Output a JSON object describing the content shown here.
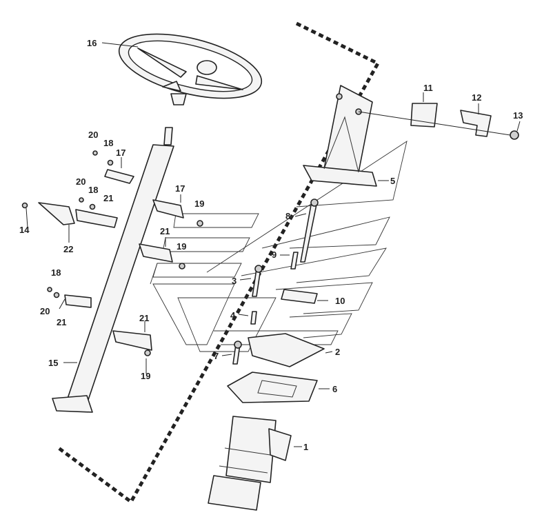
{
  "callouts": {
    "c1": "1",
    "c2": "2",
    "c3": "3",
    "c4": "4",
    "c5": "5",
    "c6": "6",
    "c7": "7",
    "c8": "8",
    "c9": "9",
    "c10": "10",
    "c11": "11",
    "c12": "12",
    "c13": "13",
    "c14": "14",
    "c15": "15",
    "c16": "16",
    "c17a": "17",
    "c17b": "17",
    "c18a": "18",
    "c18b": "18",
    "c18c": "18",
    "c19a": "19",
    "c19b": "19",
    "c19c": "19",
    "c20a": "20",
    "c20b": "20",
    "c20c": "20",
    "c21a": "21",
    "c21b": "21",
    "c21c": "21",
    "c21d": "21",
    "c22": "22"
  },
  "colors": {
    "line": "#222222",
    "fill": "#f4f4f4",
    "shade": "#cfcfcf"
  }
}
